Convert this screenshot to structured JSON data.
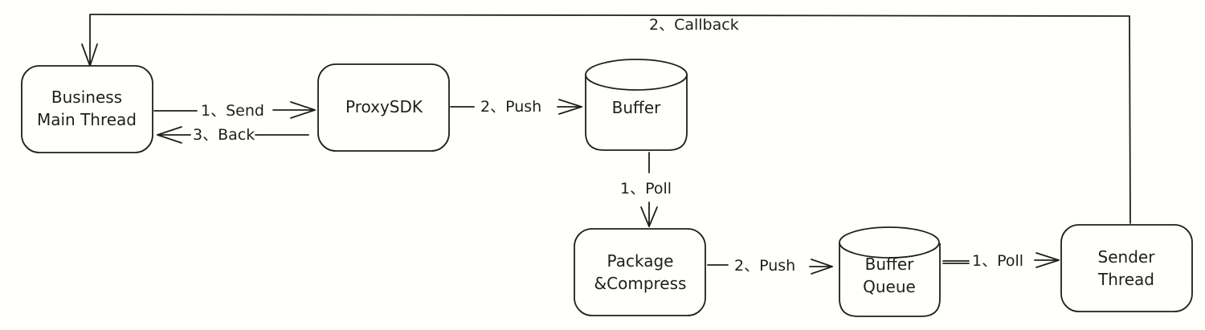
{
  "diagram": {
    "nodes": [
      {
        "id": "business",
        "shape": "rounded-rect",
        "lines": [
          "Business",
          "Main Thread"
        ]
      },
      {
        "id": "proxysdk",
        "shape": "rounded-rect",
        "lines": [
          "ProxySDK"
        ]
      },
      {
        "id": "buffer",
        "shape": "cylinder",
        "lines": [
          "Buffer"
        ]
      },
      {
        "id": "package",
        "shape": "rounded-rect",
        "lines": [
          "Package",
          "&Compress"
        ]
      },
      {
        "id": "bufferqueue",
        "shape": "cylinder",
        "lines": [
          "Buffer",
          "Queue"
        ]
      },
      {
        "id": "sender",
        "shape": "rounded-rect",
        "lines": [
          "Sender",
          "Thread"
        ]
      }
    ],
    "edges": [
      {
        "id": "send",
        "from": "business",
        "to": "proxysdk",
        "label": "1、Send"
      },
      {
        "id": "back",
        "from": "proxysdk",
        "to": "business",
        "label": "3、Back"
      },
      {
        "id": "push1",
        "from": "proxysdk",
        "to": "buffer",
        "label": "2、Push"
      },
      {
        "id": "poll1",
        "from": "buffer",
        "to": "package",
        "label": "1、Poll"
      },
      {
        "id": "push2",
        "from": "package",
        "to": "bufferqueue",
        "label": "2、Push"
      },
      {
        "id": "poll2",
        "from": "bufferqueue",
        "to": "sender",
        "label": "1、Poll"
      },
      {
        "id": "callback",
        "from": "sender",
        "to": "business",
        "label": "2、Callback"
      }
    ],
    "stroke_color": "#1e1e1e",
    "background_color": "#fffffc"
  }
}
